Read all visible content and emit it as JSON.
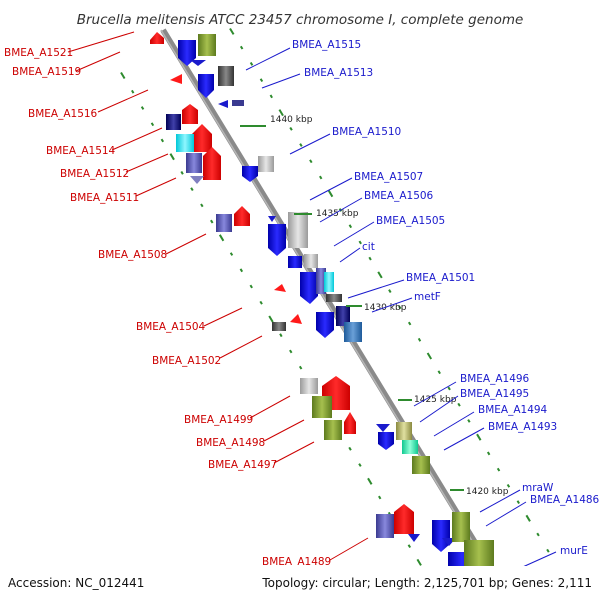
{
  "header": {
    "title": "Brucella melitensis ATCC 23457 chromosome I, complete genome"
  },
  "footer": {
    "accession": "Accession: NC_012441",
    "topology": "Topology: circular; Length: 2,125,701 bp; Genes: 2,111"
  },
  "colors": {
    "left_label": "#cc0000",
    "right_label": "#1a1acc",
    "backbone": "#8a8a8a",
    "tick": "#2e8b2e"
  },
  "kbp_markers": [
    "1440 kbp",
    "1435 kbp",
    "1430 kbp",
    "1425 kbp",
    "1420 kbp"
  ],
  "left_genes": [
    "BMEA_A1521",
    "BMEA_A1519",
    "BMEA_A1516",
    "BMEA_A1514",
    "BMEA_A1512",
    "BMEA_A1511",
    "BMEA_A1508",
    "BMEA_A1504",
    "BMEA_A1502",
    "BMEA_A1499",
    "BMEA_A1498",
    "BMEA_A1497",
    "BMEA_A1489"
  ],
  "right_genes": [
    "BMEA_A1515",
    "BMEA_A1513",
    "BMEA_A1510",
    "BMEA_A1507",
    "BMEA_A1506",
    "BMEA_A1505",
    "cit",
    "BMEA_A1501",
    "metF",
    "BMEA_A1496",
    "BMEA_A1495",
    "BMEA_A1494",
    "BMEA_A1493",
    "mraW",
    "BMEA_A1486",
    "murE"
  ]
}
